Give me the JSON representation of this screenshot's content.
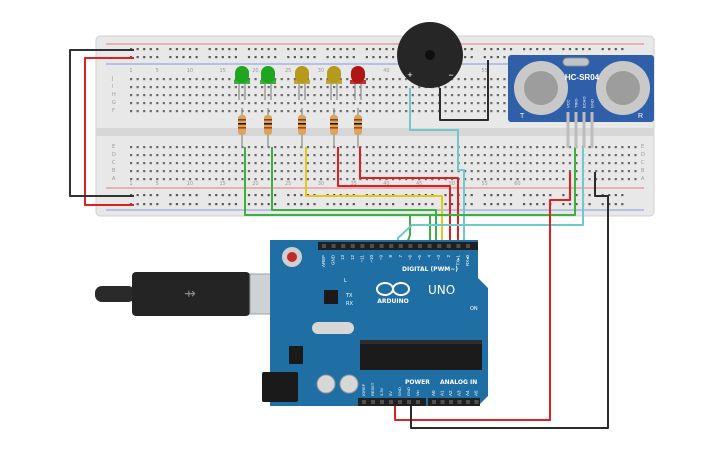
{
  "breadboard": {
    "column_numbers": [
      "1",
      "5",
      "10",
      "15",
      "20",
      "25",
      "30",
      "35",
      "40",
      "45",
      "50",
      "55",
      "60"
    ],
    "row_letters_top": [
      "J",
      "I",
      "H",
      "G",
      "F"
    ],
    "row_letters_bottom": [
      "E",
      "D",
      "C",
      "B",
      "A"
    ]
  },
  "leds": [
    {
      "color": "#1fa51f"
    },
    {
      "color": "#1fa51f"
    },
    {
      "color": "#b69a1c"
    },
    {
      "color": "#b69a1c"
    },
    {
      "color": "#b01515"
    }
  ],
  "buzzer": {
    "plus_label": "+",
    "minus_label": "−"
  },
  "sensor": {
    "model_label": "HC-SR04",
    "left_label": "T",
    "right_label": "R",
    "pin_labels": [
      "VCC",
      "TRIG",
      "ECHO",
      "GND"
    ]
  },
  "arduino": {
    "logo_text": "ARDUINO",
    "model_text": "UNO",
    "digital_label": "DIGITAL (PWM~)",
    "power_label": "POWER",
    "analog_label": "ANALOG IN",
    "on_label": "ON",
    "l_label": "L",
    "tx_label": "TX",
    "rx_label": "RX",
    "digital_pins": [
      "AREF",
      "GND",
      "13",
      "12",
      "~11",
      "~10",
      "~9",
      "8",
      "7",
      "~6",
      "~5",
      "4",
      "~3",
      "2",
      "TX▸1",
      "RX◂0"
    ],
    "power_pins": [
      "IOREF",
      "RESET",
      "3.3V",
      "5V",
      "GND",
      "GND",
      "Vin"
    ],
    "analog_pins": [
      "A0",
      "A1",
      "A2",
      "A3",
      "A4",
      "A5"
    ]
  },
  "wire_colors": {
    "red": "#e02020",
    "black": "#333333",
    "green": "#3cb043",
    "yellow": "#e6c619",
    "cyan": "#6fc9cc",
    "dark": "#2b2b2b"
  }
}
